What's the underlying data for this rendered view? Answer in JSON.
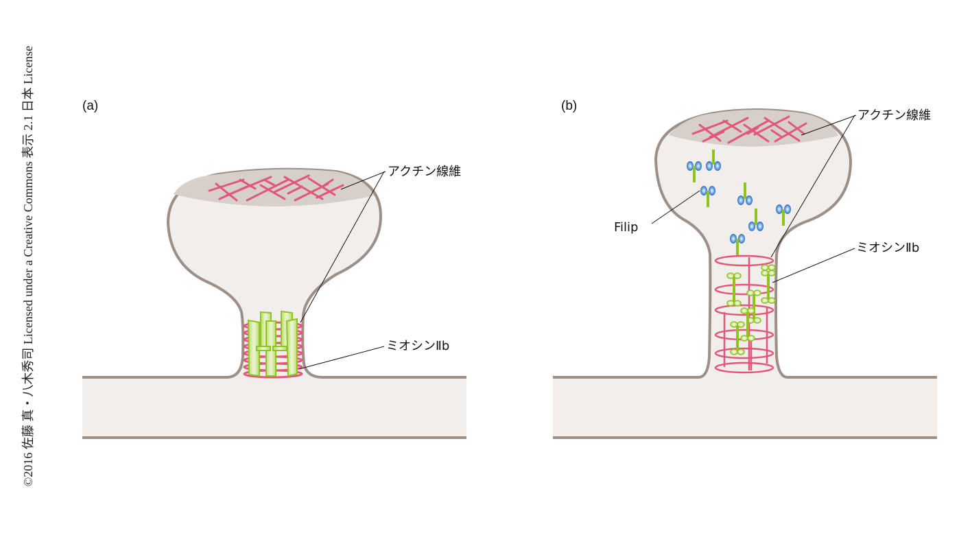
{
  "copyright": "©2016 佐藤 真・八木秀司 Licensed under a Creative Commons 表示 2.1 日本 License",
  "panels": [
    {
      "id": "a",
      "label": "(a)",
      "annotations": {
        "actin": "アクチン線維",
        "myosin": "ミオシンⅡb"
      }
    },
    {
      "id": "b",
      "label": "(b)",
      "annotations": {
        "actin": "アクチン線維",
        "myosin": "ミオシンⅡb",
        "filip": "Filip"
      }
    }
  ],
  "colors": {
    "membrane": "#9e8f86",
    "cytoplasm": "#f1eeec",
    "actin_cap": "#d6cfca",
    "actin": "#e2567a",
    "myosin": "#8fc31f",
    "myosin_fill": "#cfe89a",
    "filip": "#1f6fc2"
  }
}
